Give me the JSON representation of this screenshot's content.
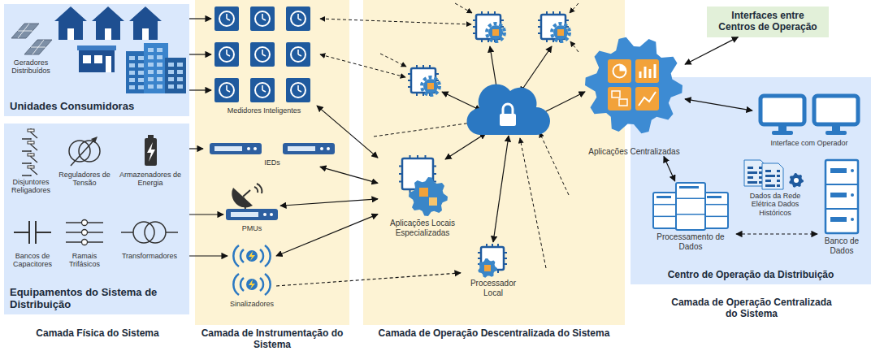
{
  "diagram": {
    "nodes": [
      {
        "text": [
          "Unidades Consumidoras"
        ]
      },
      {
        "text": [
          "Geradores Distribuídos"
        ],
        "in": 0
      },
      {
        "text": [
          "Equipamentos do Sistema de Distribuição"
        ]
      },
      {
        "text": [
          "Disjuntores Religadores"
        ],
        "in": 2
      },
      {
        "text": [
          "Reguladores de Tensão"
        ],
        "in": 2
      },
      {
        "text": [
          "Armazenadores de Energia"
        ],
        "in": 2
      },
      {
        "text": [
          "Bancos de Capacitores"
        ],
        "in": 2
      },
      {
        "text": [
          "Ramais Trifásicos"
        ],
        "in": 2
      },
      {
        "text": [
          "Transformadores"
        ],
        "in": 2
      },
      {
        "text": [
          "Camada de Instrumentação do Sistema"
        ]
      },
      {
        "text": [
          "Medidores Inteligentes"
        ],
        "in": 9
      },
      {
        "text": [
          "IEDs"
        ],
        "in": 9
      },
      {
        "text": [
          "PMUs"
        ],
        "in": 9
      },
      {
        "text": [
          "Sinalizadores"
        ],
        "in": 9
      },
      {
        "text": [
          "Camada de Operação Descentralizada do Sistema"
        ]
      },
      {
        "text": [
          "Aplicações Locais Especializadas"
        ],
        "in": 14
      },
      {
        "text": [
          "Processador Local"
        ],
        "in": 14
      },
      {
        "text": [
          "Interfaces entre Centros de Operação"
        ]
      },
      {
        "text": [
          "Centro de Operação da Distribuição"
        ]
      },
      {
        "text": [
          "Interface com Operador"
        ],
        "in": 18
      },
      {
        "text": [
          "Dados da Rede Elétrica Dados Históricos"
        ],
        "in": 18
      },
      {
        "text": [
          "Processamento de Dados"
        ],
        "in": 18
      },
      {
        "text": [
          "Banco de Dados"
        ],
        "in": 18
      },
      {
        "text": [
          "Aplicações Centralizadas"
        ]
      }
    ],
    "edges": [
      {
        "from": 0,
        "to": 10,
        "arrow": "to"
      },
      {
        "from": 0,
        "to": 10,
        "arrow": "to"
      },
      {
        "from": 0,
        "to": 10,
        "arrow": "to"
      },
      {
        "from": 2,
        "to": 11,
        "arrow": "to"
      },
      {
        "from": 2,
        "to": 12,
        "arrow": "to"
      },
      {
        "from": 2,
        "to": 13,
        "arrow": "to"
      },
      {
        "from": 10,
        "to": 15,
        "arrow": "both"
      },
      {
        "from": 11,
        "to": 15,
        "arrow": "both"
      },
      {
        "from": 12,
        "to": 15,
        "arrow": "both"
      },
      {
        "from": 13,
        "to": 15,
        "arrow": "both"
      },
      {
        "from": 13,
        "to": 16,
        "arrow": "to"
      },
      {
        "from": 23,
        "to": 17,
        "arrow": "both"
      },
      {
        "from": 23,
        "to": 19,
        "arrow": "both"
      },
      {
        "from": 23,
        "to": 21,
        "arrow": "both"
      },
      {
        "from": 21,
        "to": 22,
        "arrow": "both"
      }
    ],
    "labels": [
      "Camada Física do Sistema",
      "Camada de Operação Centralizada do Sistema"
    ]
  }
}
